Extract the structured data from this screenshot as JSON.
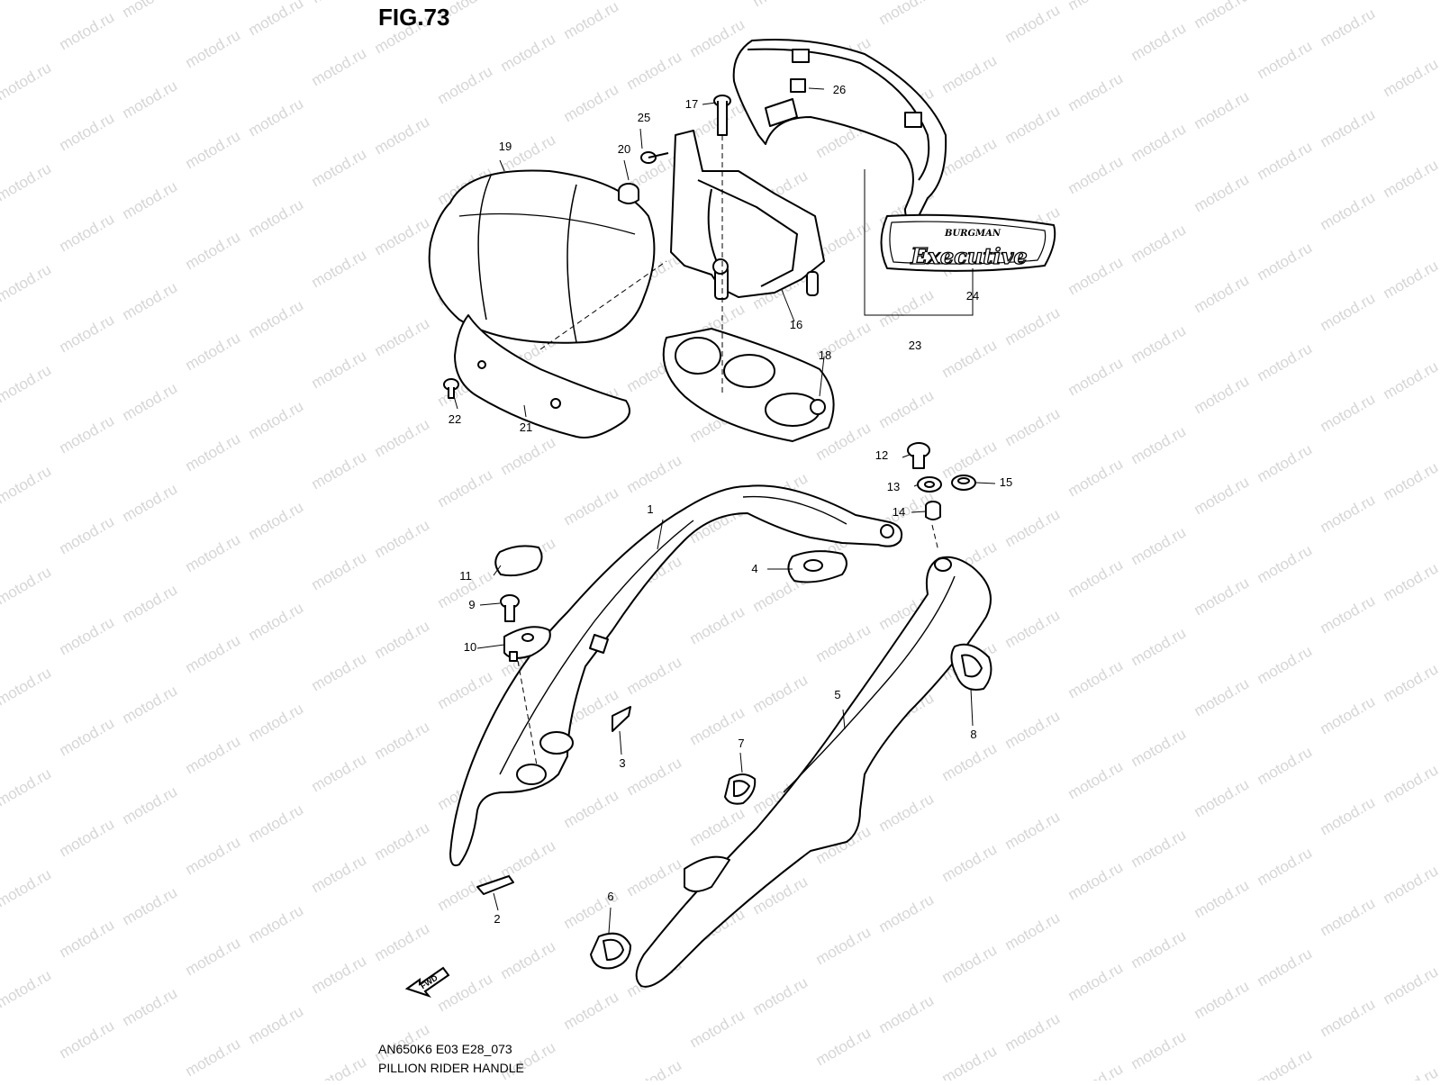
{
  "figure": {
    "title": "FIG.73",
    "caption_line1": "AN650K6 E03 E28_073",
    "caption_line2": "PILLION RIDER HANDLE"
  },
  "watermark": {
    "text": "motod.ru"
  },
  "badges": {
    "fwd": "FWD",
    "emblem_top": "BURGMAN",
    "emblem_main": "Executive"
  },
  "callouts": [
    "1",
    "2",
    "3",
    "4",
    "5",
    "6",
    "7",
    "8",
    "9",
    "10",
    "11",
    "12",
    "13",
    "14",
    "15",
    "16",
    "17",
    "18",
    "19",
    "20",
    "21",
    "22",
    "23",
    "24",
    "25",
    "26"
  ]
}
